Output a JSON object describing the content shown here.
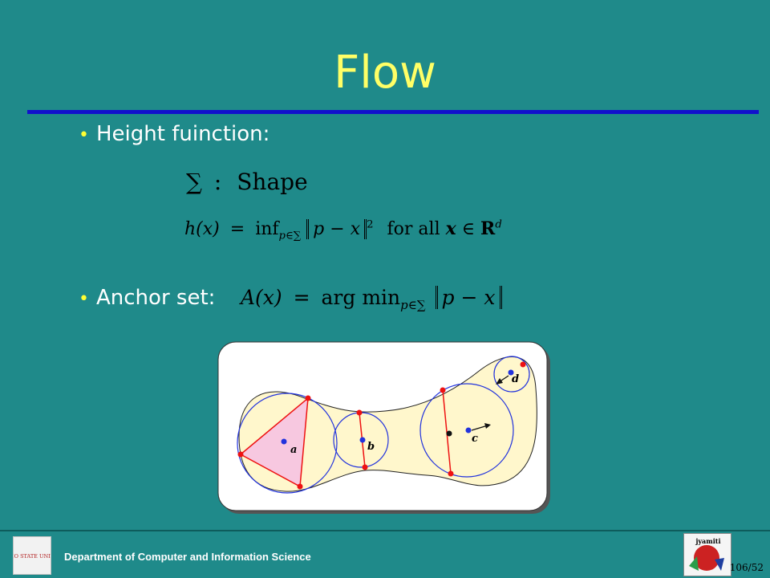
{
  "slide": {
    "title": "Flow",
    "bullets": [
      {
        "label": "Height fuinction:"
      },
      {
        "label": "Anchor set:"
      }
    ]
  },
  "equations": {
    "shape": {
      "sigma": "∑",
      "colon": ":",
      "text": "Shape"
    },
    "height": {
      "lhs": "h(x)",
      "eq": "=",
      "inf": "inf",
      "sub": "p∈∑",
      "p": "p",
      "minus": "−",
      "x": "x",
      "sup2": "2",
      "tail": "for all",
      "tailx": "x",
      "in": "∈",
      "R": "R",
      "d": "d"
    },
    "anchor": {
      "lhs": "A(x)",
      "eq": "=",
      "arg": "arg min",
      "sub": "p∈∑",
      "p": "p",
      "minus": "−",
      "x": "x"
    }
  },
  "figure": {
    "labels": {
      "a": "a",
      "b": "b",
      "c": "c",
      "d": "d"
    }
  },
  "footer": {
    "department": "Department of Computer and Information Science",
    "page": "106/52",
    "logo_text": "THE OHIO STATE UNIVERSITY",
    "right_logo_text": "jyamiti"
  },
  "colors": {
    "background": "#1f8a8a",
    "title": "#ffff66",
    "rule": "#1111cc",
    "shape_fill": "#fff7cc",
    "circle": "#2233dd",
    "point": "#ee1111"
  }
}
